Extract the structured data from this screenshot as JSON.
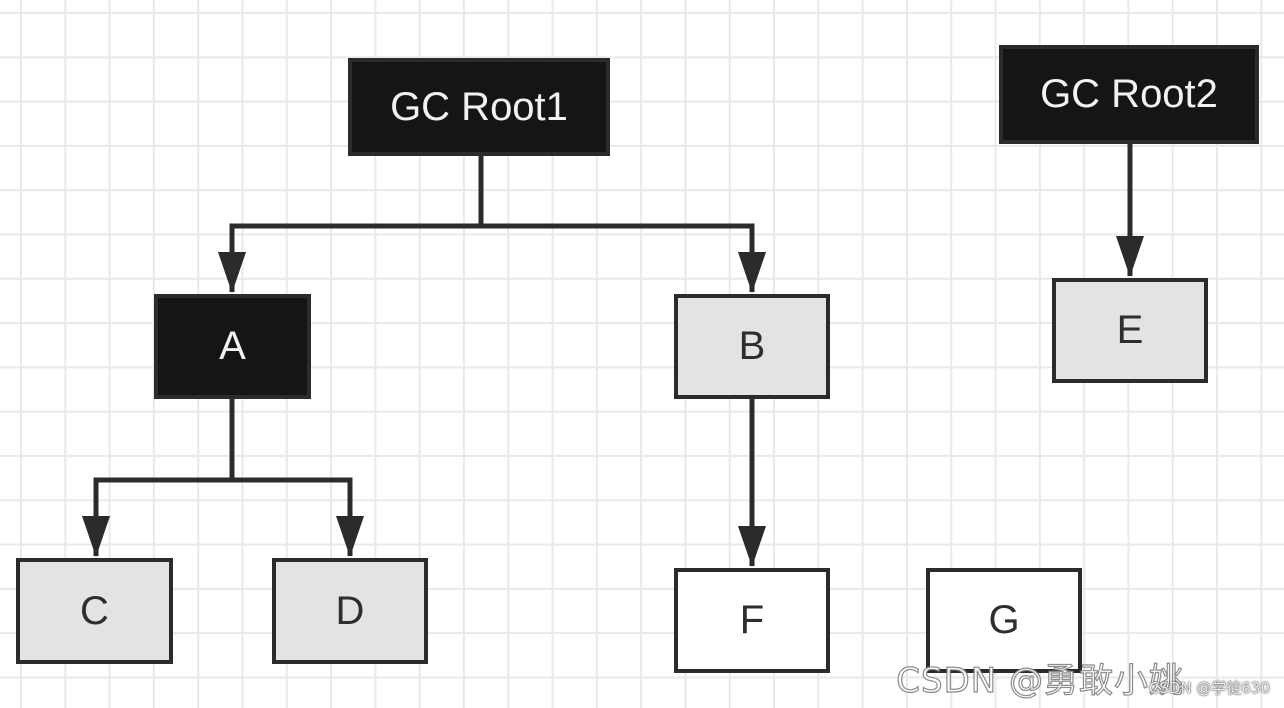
{
  "diagram": {
    "nodes": {
      "gc_root1": "GC Root1",
      "gc_root2": "GC Root2",
      "a": "A",
      "b": "B",
      "c": "C",
      "d": "D",
      "e": "E",
      "f": "F",
      "g": "G"
    },
    "edges": [
      {
        "from": "GC Root1",
        "to": "A"
      },
      {
        "from": "GC Root1",
        "to": "B"
      },
      {
        "from": "A",
        "to": "C"
      },
      {
        "from": "A",
        "to": "D"
      },
      {
        "from": "B",
        "to": "F"
      },
      {
        "from": "GC Root2",
        "to": "E"
      }
    ],
    "colors": {
      "dark_fill": "#151515",
      "gray_fill": "#e3e3e3",
      "white_fill": "#ffffff",
      "stroke": "#2b2b2b",
      "grid": "#e9e9e9"
    }
  },
  "watermark": {
    "main": "CSDN @勇敢小姚",
    "secondary": "CSDN @学徒630"
  }
}
